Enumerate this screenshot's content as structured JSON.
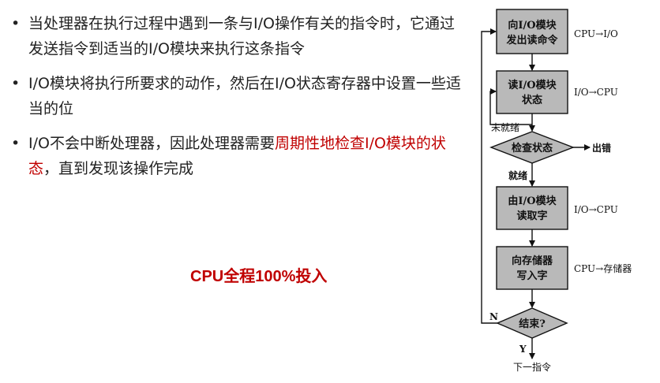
{
  "bullets": [
    {
      "parts": [
        "当处理器在执行过程中遇到一条与I/O操作有关的指令时，它通过发送指令到适当的I/O模块来执行这条指令"
      ]
    },
    {
      "parts": [
        "I/O模块将执行所要求的动作，然后在I/O状态寄存器中设置一些适当的位"
      ]
    },
    {
      "parts": [
        "I/O不会中断处理器，因此处理器需要",
        "周期性地检查I/O模块的状态",
        "，直到发现该操作完成"
      ]
    }
  ],
  "highlight_note": "CPU全程100%投入",
  "colors": {
    "highlight": "#c00000",
    "box_fill": "#b9b9b9"
  },
  "flowchart": {
    "boxes": [
      {
        "line1": "向I/O模块",
        "line2": "发出读命令",
        "side": "CPU→I/O"
      },
      {
        "line1": "读I/O模块",
        "line2": "状态",
        "side": "I/O→CPU"
      },
      {
        "line1": "由I/O模块",
        "line2": "读取字",
        "side": "I/O→CPU"
      },
      {
        "line1": "向存储器",
        "line2": "写入字",
        "side": "CPU→存储器"
      }
    ],
    "check": "检查状态",
    "not_ready": "未就绪",
    "ready": "就绪",
    "error": "出错",
    "end": "结束?",
    "no": "N",
    "yes": "Y",
    "next": "下一指令"
  }
}
